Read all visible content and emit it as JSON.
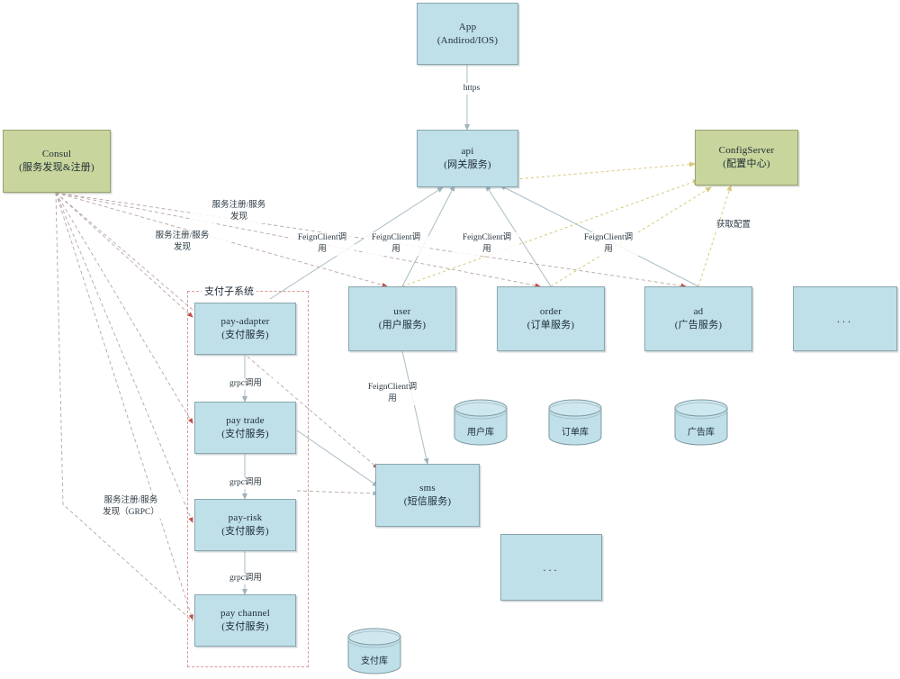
{
  "diagram": {
    "title": "microservice-architecture",
    "colors": {
      "service_fill": "#bfdfe9",
      "infra_fill": "#c8d59c",
      "group_border": "#d99b9b",
      "registry_edge": "#c0504d",
      "config_edge": "#d9c87a",
      "call_edge": "#a9bcc4"
    }
  },
  "nodes": {
    "app": {
      "line1": "App",
      "line2": "(Andirod/IOS)"
    },
    "consul": {
      "line1": "Consul",
      "line2": "(服务发现&注册)"
    },
    "api": {
      "line1": "api",
      "line2": "(网关服务)"
    },
    "config": {
      "line1": "ConfigServer",
      "line2": "(配置中心)"
    },
    "user": {
      "line1": "user",
      "line2": "(用户服务)"
    },
    "order": {
      "line1": "order",
      "line2": "(订单服务)"
    },
    "ad": {
      "line1": "ad",
      "line2": "(广告服务)"
    },
    "more_service": {
      "line1": "...",
      "line2": ""
    },
    "sms": {
      "line1": "sms",
      "line2": "(短信服务)"
    },
    "more_bottom": {
      "line1": "...",
      "line2": ""
    },
    "pay_adapter": {
      "line1": "pay-adapter",
      "line2": "(支付服务)"
    },
    "pay_trade": {
      "line1": "pay trade",
      "line2": "(支付服务)"
    },
    "pay_risk": {
      "line1": "pay-risk",
      "line2": "(支付服务)"
    },
    "pay_channel": {
      "line1": "pay channel",
      "line2": "(支付服务)"
    }
  },
  "group": {
    "title": "支付子系统"
  },
  "databases": {
    "user_db": {
      "label": "用户库"
    },
    "order_db": {
      "label": "订单库"
    },
    "ad_db": {
      "label": "广告库"
    },
    "pay_db": {
      "label": "支付库"
    }
  },
  "edge_labels": {
    "https": "https",
    "register_top": "服务注册/服务\n发现",
    "register_second": "服务注册/服务\n发现",
    "register_grpc": "服务注册/服务\n发现（GRPC）",
    "feign_1": "FeignClient调\n用",
    "feign_2": "FeignClient调\n用",
    "feign_3": "FeignClient调\n用",
    "feign_4": "FeignClient调\n用",
    "feign_sms": "FeignClient调\n用",
    "get_config": "获取配置",
    "grpc_1": "grpc调用",
    "grpc_2": "grpc调用",
    "grpc_3": "grpc调用"
  }
}
